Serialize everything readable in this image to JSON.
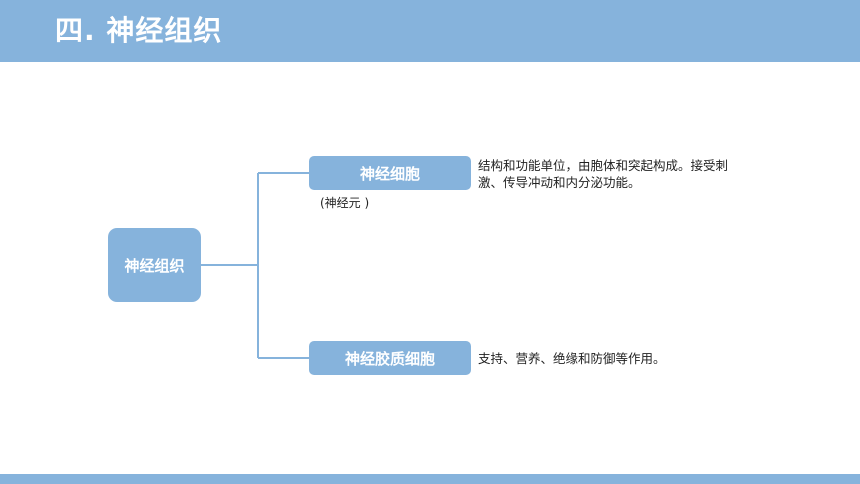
{
  "slide": {
    "title": "四. 神经组织"
  },
  "diagram": {
    "root": {
      "label": "神经组织"
    },
    "children": [
      {
        "label": "神经细胞",
        "note": "(神经元 )",
        "description": "结构和功能单位，由胞体和突起构成。接受刺激、传导冲动和内分泌功能。"
      },
      {
        "label": "神经胶质细胞",
        "description": "支持、营养、绝缘和防御等作用。"
      }
    ]
  },
  "colors": {
    "accent": "#86b3dc",
    "text": "#222222",
    "box_text": "#ffffff"
  }
}
